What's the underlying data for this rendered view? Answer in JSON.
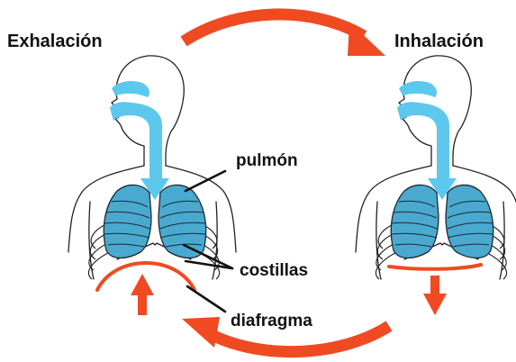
{
  "labels": {
    "exhale_title": "Exhalación",
    "inhale_title": "Inhalación",
    "lung": "pulmón",
    "ribs": "costillas",
    "diaphragm": "diafragma"
  },
  "colors": {
    "airway_blue": "#5cc8ee",
    "lung_blue": "#4aa9cf",
    "arrow_red": "#f04a23",
    "outline": "#222222",
    "text": "#111111"
  },
  "icons": {
    "top_cycle_arrow": "curved-arrow-right-icon",
    "bottom_cycle_arrow": "curved-arrow-left-icon",
    "exhale_push": "arrow-up-icon",
    "inhale_pull": "arrow-down-icon"
  }
}
